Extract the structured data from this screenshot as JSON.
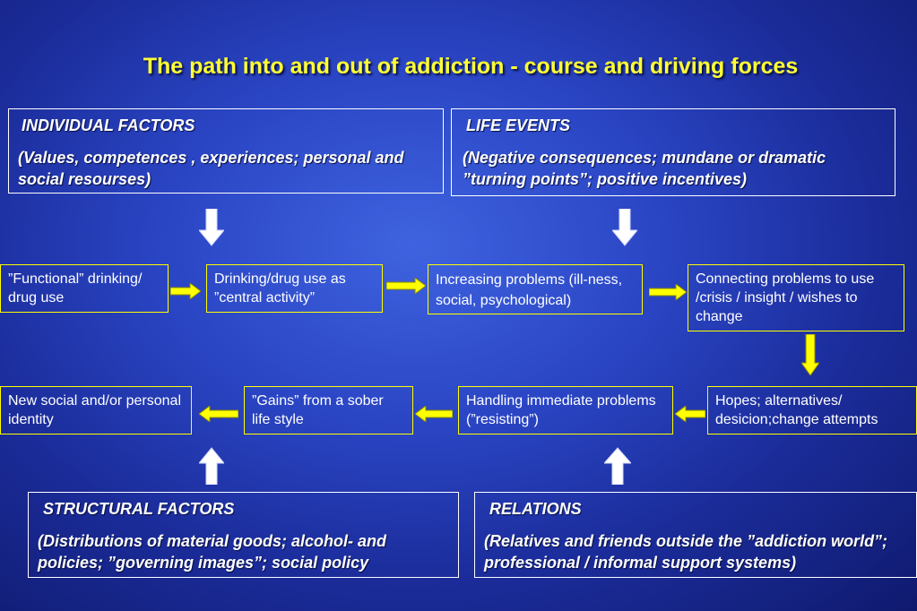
{
  "title": "The path into and out of addiction  - course and driving forces",
  "factors": {
    "individual": {
      "heading": "INDIVIDUAL FACTORS",
      "detail": "(Values, competences , experiences; personal and social resourses)"
    },
    "life_events": {
      "heading": "LIFE EVENTS",
      "detail": "(Negative consequences; mundane or  dramatic ”turning points”; positive incentives)"
    },
    "structural": {
      "heading": "STRUCTURAL FACTORS",
      "detail": "(Distributions of material goods; alcohol- and policies; ”governing images”; social policy"
    },
    "relations": {
      "heading": "RELATIONS",
      "detail": "(Relatives and friends  outside the ”addiction world”; professional / informal support systems)"
    }
  },
  "stages": {
    "functional": "”Functional” drinking/ drug use",
    "central": "Drinking/drug use as ”central activity”",
    "problems": "Increasing problems (ill-ness,  social, psychological)",
    "connecting": "Connecting problems to use /crisis / insight / wishes to change",
    "hopes": "Hopes; alternatives/ desicion;change attempts",
    "handling": "Handling immediate problems (”resisting”)",
    "gains": "”Gains” from a sober life style",
    "identity": "New social and/or personal identity"
  },
  "colors": {
    "title": "#ffff33",
    "flow_arrow": "#ffff00",
    "influence_arrow": "#ffffff",
    "stage_border": "#ffff00",
    "factor_border": "#ffffff"
  }
}
